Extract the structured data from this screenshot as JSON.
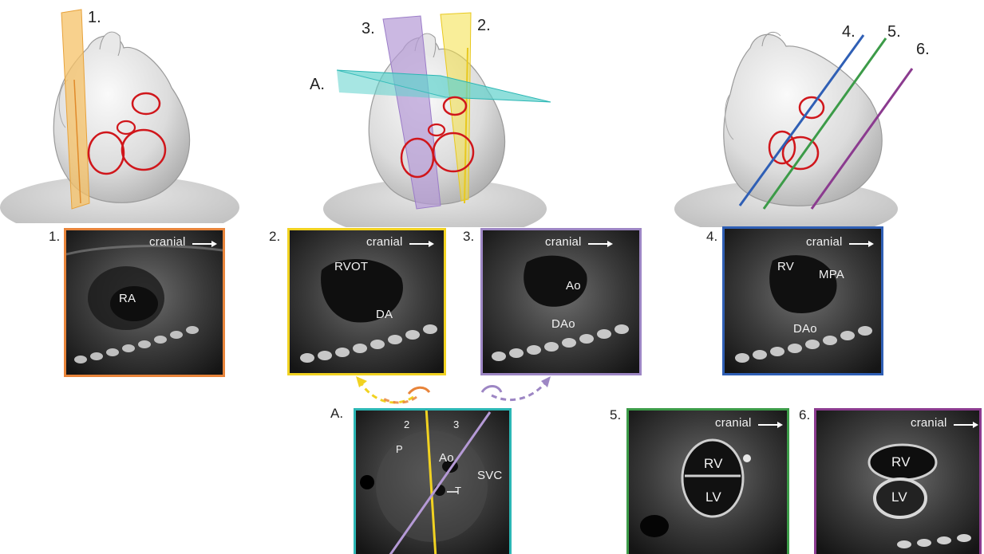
{
  "colors": {
    "orange": "#e8843a",
    "yellow": "#f1d221",
    "lavender": "#9d86c4",
    "blue": "#2f5fb5",
    "teal": "#2bb6b4",
    "green": "#3c9b48",
    "purple": "#8b3b8f",
    "red_ring": "#d0161b",
    "plane_orange": "#f6c267",
    "plane_purple": "#b59ad6",
    "plane_teal": "#5fd2cc"
  },
  "top_figures": {
    "fig1": {
      "labels": [
        "1."
      ]
    },
    "fig2": {
      "labels": [
        "3.",
        "2.",
        "A."
      ]
    },
    "fig3": {
      "labels": [
        "4.",
        "5.",
        "6."
      ]
    }
  },
  "panels": {
    "p1": {
      "number": "1.",
      "cranial": "cranial",
      "annotations": [
        "RA"
      ]
    },
    "p2": {
      "number": "2.",
      "cranial": "cranial",
      "annotations": [
        "RVOT",
        "DA"
      ]
    },
    "p3": {
      "number": "3.",
      "cranial": "cranial",
      "annotations": [
        "Ao",
        "DAo"
      ]
    },
    "p4": {
      "number": "4.",
      "cranial": "cranial",
      "annotations": [
        "RV",
        "MPA",
        "DAo"
      ]
    },
    "pA": {
      "number": "A.",
      "annotations": [
        "2",
        "3",
        "P",
        "Ao",
        "SVC",
        "T"
      ]
    },
    "p5": {
      "number": "5.",
      "cranial": "cranial",
      "annotations": [
        "RV",
        "LV"
      ]
    },
    "p6": {
      "number": "6.",
      "cranial": "cranial",
      "annotations": [
        "RV",
        "LV"
      ]
    }
  }
}
